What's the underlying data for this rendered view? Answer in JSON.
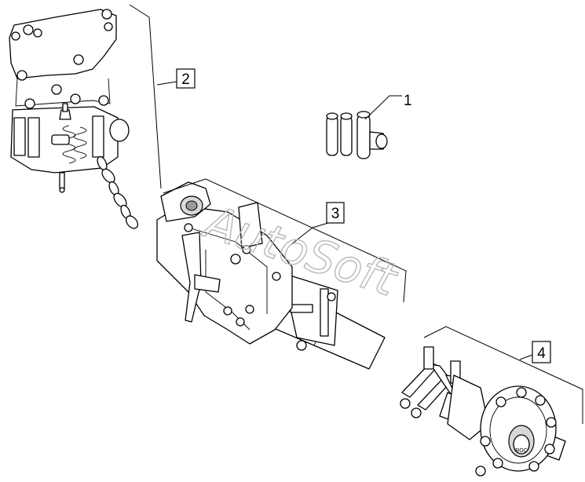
{
  "watermark": "AutoSoft",
  "callouts": [
    {
      "id": "1",
      "label": "1"
    },
    {
      "id": "2",
      "label": "2"
    },
    {
      "id": "3",
      "label": "3"
    },
    {
      "id": "4",
      "label": "4"
    }
  ],
  "hub_stamp": "ROC"
}
